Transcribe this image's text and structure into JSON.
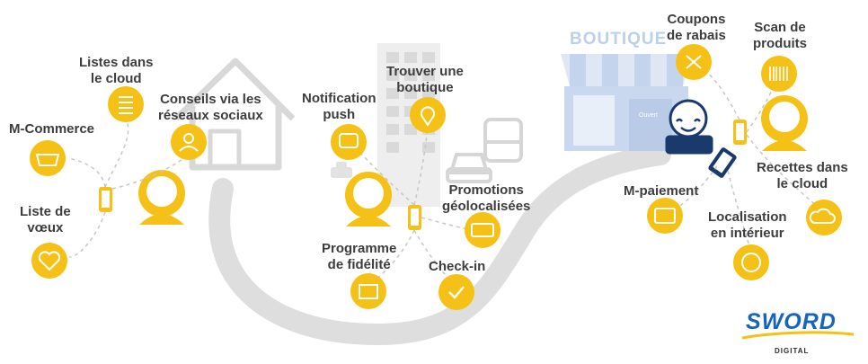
{
  "colors": {
    "accent": "#f5c116",
    "grey": "#dcdcdc",
    "store_blue": "#c9d8ef",
    "dark_blue": "#1a3a6b",
    "text": "#3d3d3d",
    "logo_blue": "#1565c0"
  },
  "store": {
    "name": "BOUTIQUE",
    "sign": "Ouvert"
  },
  "labels": {
    "listes_cloud": [
      "Listes dans",
      "le cloud"
    ],
    "conseils": [
      "Conseils via les",
      "réseaux sociaux"
    ],
    "m_commerce": [
      "M-Commerce"
    ],
    "liste_voeux": [
      "Liste de",
      "vœux"
    ],
    "notification": [
      "Notification",
      "push"
    ],
    "trouver": [
      "Trouver une",
      "boutique"
    ],
    "promotions": [
      "Promotions",
      "géolocalisées"
    ],
    "programme": [
      "Programme",
      "de fidélité"
    ],
    "checkin": [
      "Check-in"
    ],
    "coupons": [
      "Coupons",
      "de rabais"
    ],
    "scan": [
      "Scan de",
      "produits"
    ],
    "recettes": [
      "Recettes dans",
      "le cloud"
    ],
    "m_paiement": [
      "M-paiement"
    ],
    "localisation": [
      "Localisation",
      "en intérieur"
    ]
  },
  "icons": {
    "m_commerce": "basket-icon",
    "liste_voeux": "heart-icon",
    "listes_cloud": "list-icon",
    "conseils": "people-icon",
    "notification": "chat-bubble-icon",
    "trouver": "location-pin-icon",
    "promotions": "ticket-icon",
    "programme": "gift-icon",
    "checkin": "check-icon",
    "coupons": "scissors-icon",
    "scan": "barcode-icon",
    "m_paiement": "credit-card-icon",
    "localisation": "compass-icon",
    "recettes": "cloud-list-icon"
  },
  "logo": {
    "name": "SWORD",
    "sub": "DIGITAL"
  }
}
